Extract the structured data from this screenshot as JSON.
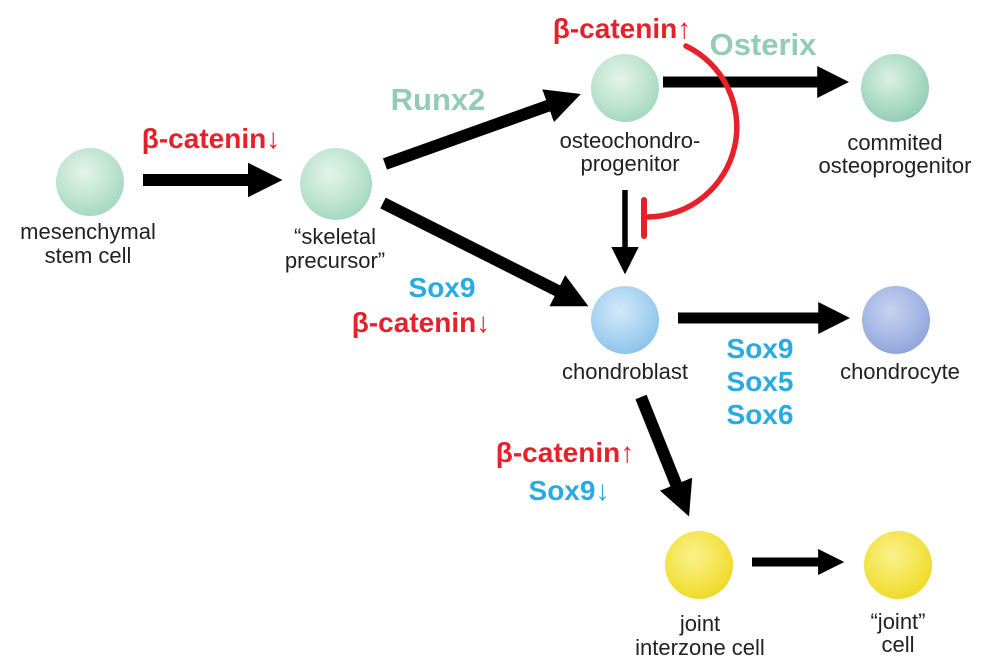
{
  "colors": {
    "red": "#e6212a",
    "teal_text": "#93cbb7",
    "blue_text": "#29abe2",
    "arrow_black": "#000000",
    "cell_teal": "#9dd5bd",
    "cell_teal_dark": "#8ec9b2",
    "cell_blue": "#86c0e8",
    "cell_blue_violet": "#8aa0d8",
    "cell_yellow": "#eed71e"
  },
  "cells": {
    "mesenchymal_stem_cell": {
      "label1": "mesenchymal",
      "label2": "stem cell"
    },
    "skeletal_precursor": {
      "label1": "“skeletal",
      "label2": "precursor”"
    },
    "osteochondro_progenitor": {
      "label1": "osteochondro-",
      "label2": "progenitor"
    },
    "commited_osteoprogenitor": {
      "label1": "commited",
      "label2": "osteoprogenitor"
    },
    "chondroblast": {
      "label1": "chondroblast"
    },
    "chondrocyte": {
      "label1": "chondrocyte"
    },
    "joint_interzone_cell": {
      "label1": "joint",
      "label2": "interzone cell"
    },
    "joint_cell": {
      "label1": "“joint”",
      "label2": "cell"
    }
  },
  "factors": {
    "beta_catenin_down_left": "β-catenin↓",
    "runx2": "Runx2",
    "beta_catenin_up_top": "β-catenin↑",
    "osterix": "Osterix",
    "sox9_mid": "Sox9",
    "beta_catenin_down_mid": "β-catenin↓",
    "sox9_right": "Sox9",
    "sox5_right": "Sox5",
    "sox6_right": "Sox6",
    "beta_catenin_up_bottom": "β-catenin↑",
    "sox9_down_bottom": "Sox9↓"
  }
}
